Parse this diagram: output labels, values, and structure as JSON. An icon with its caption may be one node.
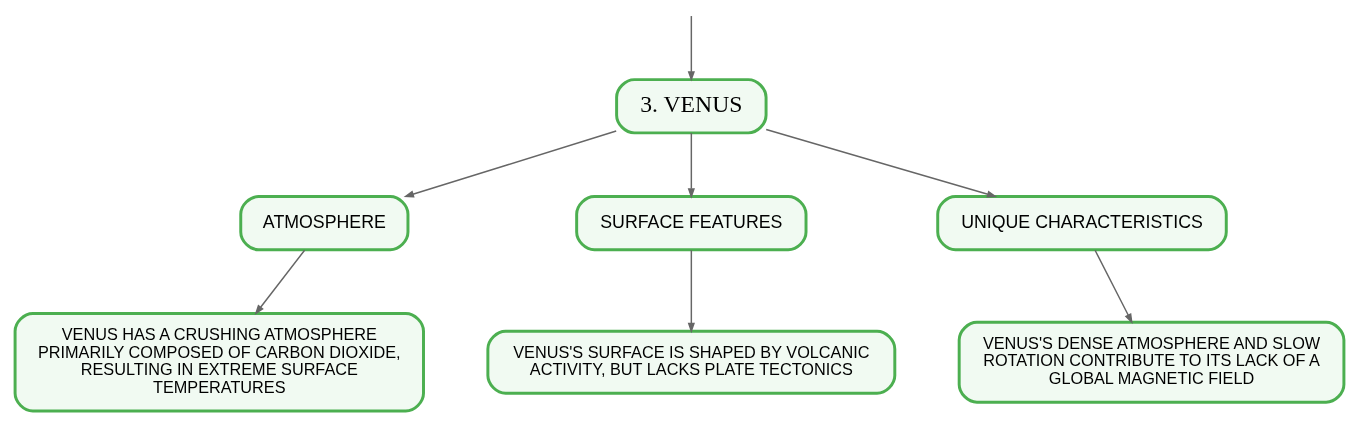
{
  "diagram": {
    "nodes": [
      {
        "text": [
          "3. VENUS"
        ]
      },
      {
        "text": [
          "ATMOSPHERE"
        ]
      },
      {
        "text": [
          "SURFACE FEATURES"
        ]
      },
      {
        "text": [
          "UNIQUE CHARACTERISTICS"
        ]
      },
      {
        "text": [
          "VENUS HAS A CRUSHING ATMOSPHERE PRIMARILY COMPOSED OF CARBON DIOXIDE, RESULTING IN EXTREME SURFACE TEMPERATURES"
        ]
      },
      {
        "text": [
          "VENUS'S SURFACE IS SHAPED BY VOLCANIC ACTIVITY, BUT LACKS PLATE TECTONICS"
        ]
      },
      {
        "text": [
          "VENUS'S DENSE ATMOSPHERE AND SLOW ROTATION CONTRIBUTE TO ITS LACK OF A GLOBAL MAGNETIC FIELD"
        ]
      }
    ],
    "edges": [
      {
        "from": null,
        "to": 0,
        "arrow": "to"
      },
      {
        "from": 0,
        "to": 1,
        "arrow": "to"
      },
      {
        "from": 0,
        "to": 2,
        "arrow": "to"
      },
      {
        "from": 0,
        "to": 3,
        "arrow": "to"
      },
      {
        "from": 1,
        "to": 4,
        "arrow": "to"
      },
      {
        "from": 2,
        "to": 5,
        "arrow": "to"
      },
      {
        "from": 3,
        "to": 6,
        "arrow": "to"
      }
    ]
  }
}
